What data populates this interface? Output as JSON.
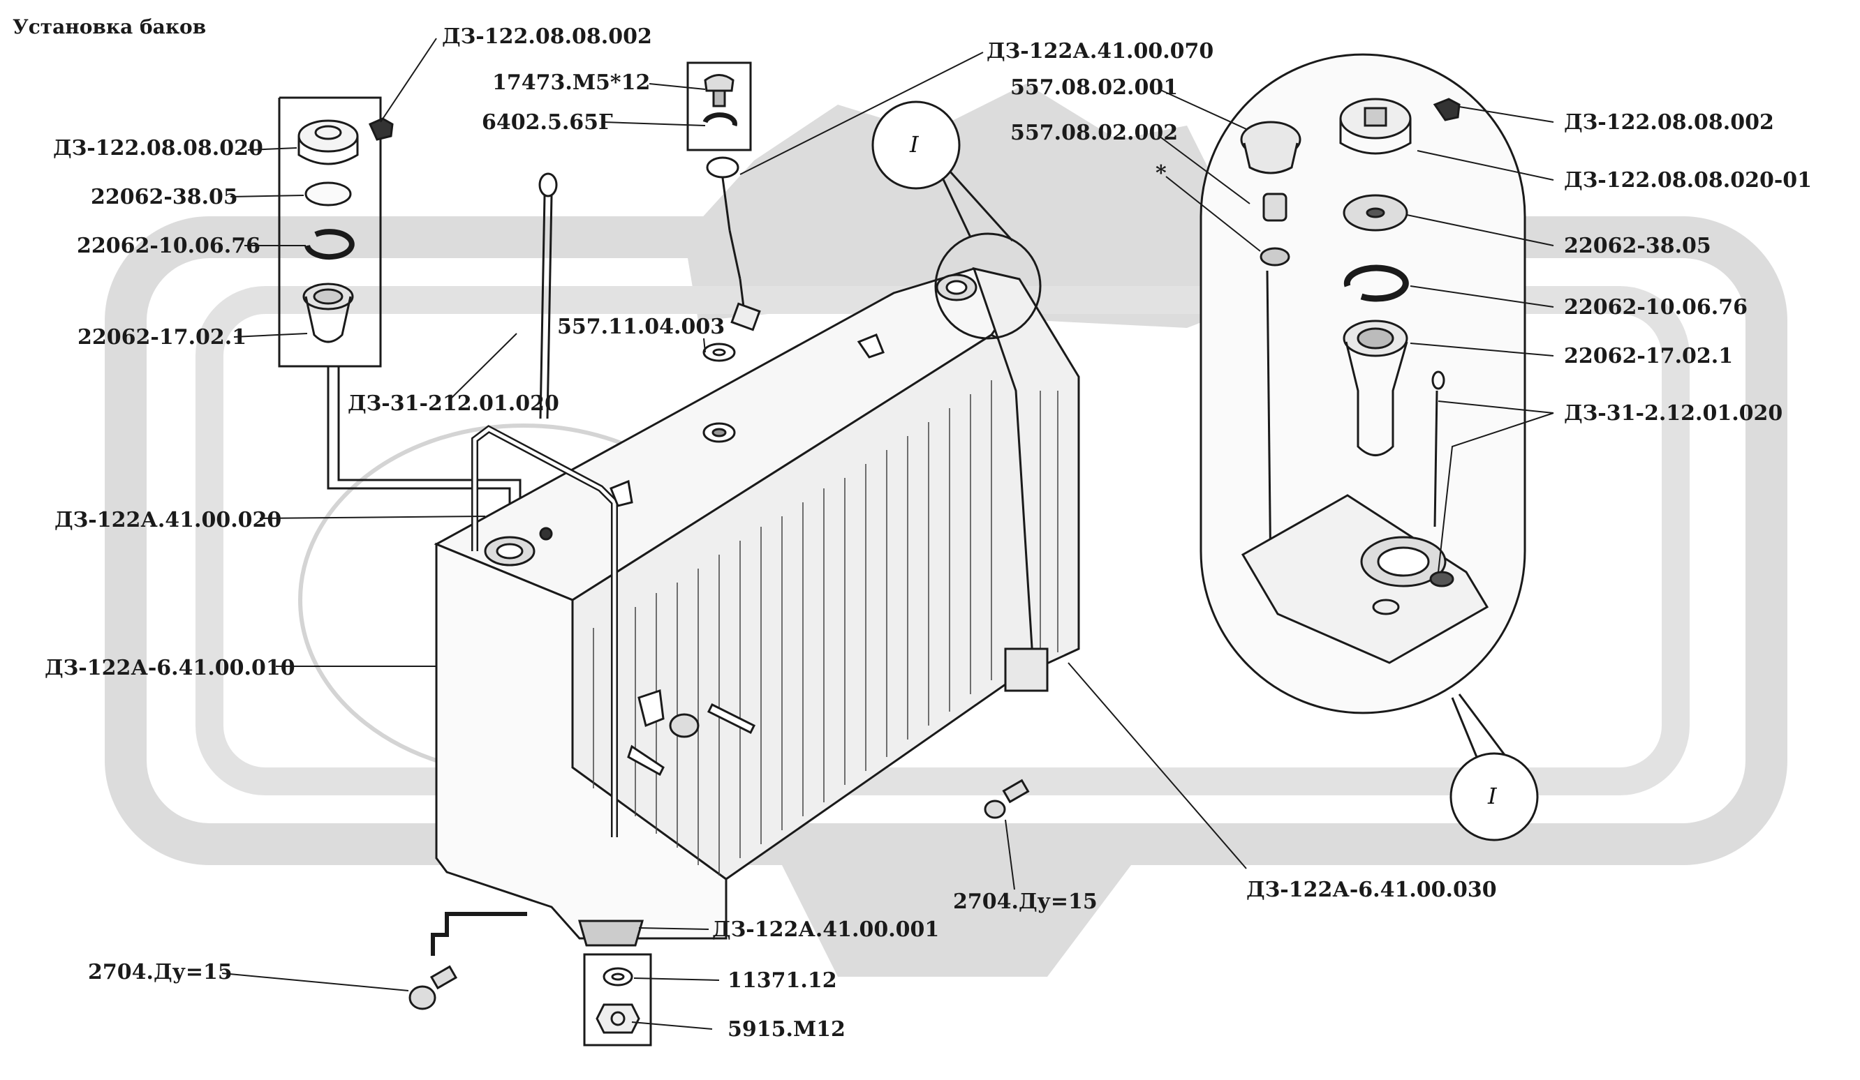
{
  "title": "Установка баков",
  "callouts": {
    "c01": "ДЗ-122.08.08.002",
    "c02": "ДЗ-122А.41.00.070",
    "c03": "17473.М5*12",
    "c04": "6402.5.65Г",
    "c05": "ДЗ-122.08.08.020",
    "c06": "22062-38.05",
    "c07": "22062-10.06.76",
    "c08": "22062-17.02.1",
    "c09": "557.11.04.003",
    "c10": "ДЗ-31-212.01.020",
    "c11": "ДЗ-122А.41.00.020",
    "c12": "ДЗ-122А-6.41.00.010",
    "c13": "557.08.02.001",
    "c14": "557.08.02.002",
    "c15": "*",
    "c16": "ДЗ-122.08.08.002",
    "c17": "ДЗ-122.08.08.020-01",
    "c18": "22062-38.05",
    "c19": "22062-10.06.76",
    "c20": "22062-17.02.1",
    "c21": "ДЗ-31-2.12.01.020",
    "c22": "ДЗ-122А-6.41.00.030",
    "c23": "2704.Ду=15",
    "c24": "ДЗ-122А.41.00.001",
    "c25": "2704.Ду=15",
    "c26": "11371.12",
    "c27": "5915.М12"
  },
  "detail_marker": "I",
  "colors": {
    "background": "#ffffff",
    "watermark": "#d9d9d9",
    "ink": "#1a1a1a"
  }
}
